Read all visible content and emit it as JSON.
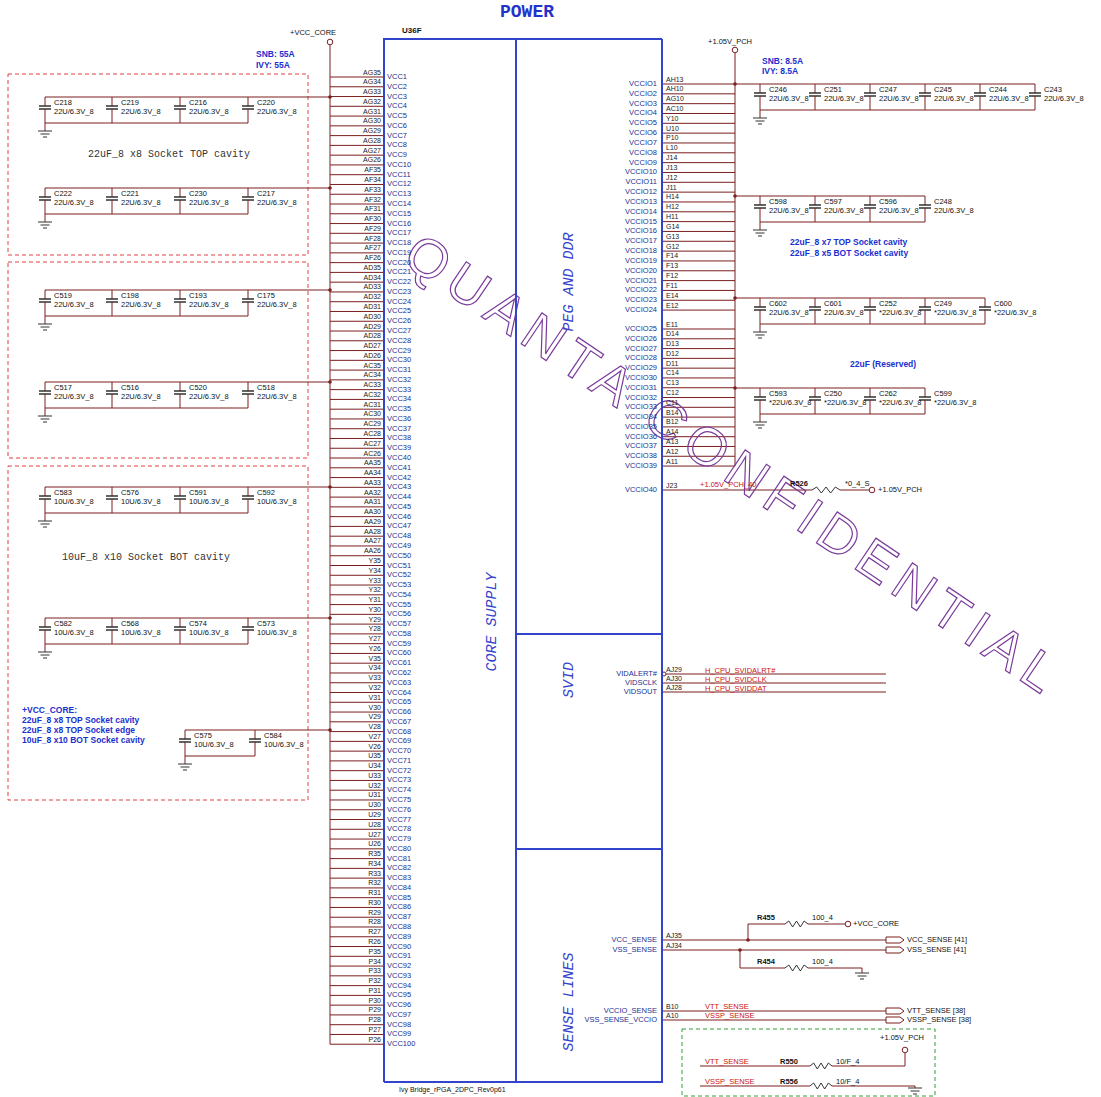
{
  "diagram": {
    "title": "POWER",
    "nodes": [
      {
        "text": [
          "U36F",
          "Ivy Bridge_rPGA_2DPC_Rev0p61"
        ]
      },
      {
        "text": [
          "CORE SUPPLY"
        ],
        "in": 0
      },
      {
        "text": [
          "PEG AND DDR"
        ],
        "in": 0
      },
      {
        "text": [
          "SVID"
        ],
        "in": 0
      },
      {
        "text": [
          "SENSE LINES"
        ],
        "in": 0
      }
    ],
    "labels": [
      "AG35",
      "AG34",
      "AG33",
      "AG32",
      "AG31",
      "AG30",
      "AG29",
      "AG28",
      "AG27",
      "AG26",
      "AF35",
      "AF34",
      "AF33",
      "AF32",
      "AF31",
      "AF30",
      "AF29",
      "AF28",
      "AF27",
      "AF26",
      "AD35",
      "AD34",
      "AD33",
      "AD32",
      "AD31",
      "AD30",
      "AD29",
      "AD28",
      "AD27",
      "AD26",
      "AC35",
      "AC34",
      "AC33",
      "AC32",
      "AC31",
      "AC30",
      "AC29",
      "AC28",
      "AC27",
      "AC26",
      "AA35",
      "AA34",
      "AA33",
      "AA32",
      "AA31",
      "AA30",
      "AA29",
      "AA28",
      "AA27",
      "AA26",
      "Y35",
      "Y34",
      "Y33",
      "Y32",
      "Y31",
      "Y30",
      "Y29",
      "Y28",
      "Y27",
      "Y26",
      "V35",
      "V34",
      "V33",
      "V32",
      "V31",
      "V30",
      "V29",
      "V28",
      "V27",
      "V26",
      "U35",
      "U34",
      "U33",
      "U32",
      "U31",
      "U30",
      "U29",
      "U28",
      "U27",
      "U26",
      "R35",
      "R34",
      "R33",
      "R32",
      "R31",
      "R30",
      "R29",
      "R28",
      "R27",
      "R26",
      "P35",
      "P34",
      "P33",
      "P32",
      "P31",
      "P30",
      "P29",
      "P28",
      "P27",
      "P26",
      "VCC1",
      "VCC2",
      "VCC3",
      "VCC4",
      "VCC5",
      "VCC6",
      "VCC7",
      "VCC8",
      "VCC9",
      "VCC10",
      "VCC11",
      "VCC12",
      "VCC13",
      "VCC14",
      "VCC15",
      "VCC16",
      "VCC17",
      "VCC18",
      "VCC19",
      "VCC20",
      "VCC21",
      "VCC22",
      "VCC23",
      "VCC24",
      "VCC25",
      "VCC26",
      "VCC27",
      "VCC28",
      "VCC29",
      "VCC30",
      "VCC31",
      "VCC32",
      "VCC33",
      "VCC34",
      "VCC35",
      "VCC36",
      "VCC37",
      "VCC38",
      "VCC39",
      "VCC40",
      "VCC41",
      "VCC42",
      "VCC43",
      "VCC44",
      "VCC45",
      "VCC46",
      "VCC47",
      "VCC48",
      "VCC49",
      "VCC50",
      "VCC51",
      "VCC52",
      "VCC53",
      "VCC54",
      "VCC55",
      "VCC56",
      "VCC57",
      "VCC58",
      "VCC59",
      "VCC60",
      "VCC61",
      "VCC62",
      "VCC63",
      "VCC64",
      "VCC65",
      "VCC66",
      "VCC67",
      "VCC68",
      "VCC69",
      "VCC70",
      "VCC71",
      "VCC72",
      "VCC73",
      "VCC74",
      "VCC75",
      "VCC76",
      "VCC77",
      "VCC78",
      "VCC79",
      "VCC80",
      "VCC81",
      "VCC82",
      "VCC83",
      "VCC84",
      "VCC85",
      "VCC86",
      "VCC87",
      "VCC88",
      "VCC89",
      "VCC90",
      "VCC91",
      "VCC92",
      "VCC93",
      "VCC94",
      "VCC95",
      "VCC96",
      "VCC97",
      "VCC98",
      "VCC99",
      "VCC100",
      "AH13",
      "AH10",
      "AG10",
      "AC10",
      "Y10",
      "U10",
      "P10",
      "L10",
      "J14",
      "J13",
      "J12",
      "J11",
      "H14",
      "H12",
      "H11",
      "G14",
      "G13",
      "G12",
      "F14",
      "F13",
      "F12",
      "F11",
      "E14",
      "E12",
      "E11",
      "D14",
      "D13",
      "D12",
      "D11",
      "C14",
      "C13",
      "C12",
      "C11",
      "B14",
      "B12",
      "A14",
      "A13",
      "A12",
      "A11",
      "J23",
      "VCCIO1",
      "VCCIO2",
      "VCCIO3",
      "VCCIO4",
      "VCCIO5",
      "VCCIO6",
      "VCCIO7",
      "VCCIO8",
      "VCCIO9",
      "VCCIO10",
      "VCCIO11",
      "VCCIO12",
      "VCCIO13",
      "VCCIO14",
      "VCCIO15",
      "VCCIO16",
      "VCCIO17",
      "VCCIO18",
      "VCCIO19",
      "VCCIO20",
      "VCCIO21",
      "VCCIO22",
      "VCCIO23",
      "VCCIO24",
      "VCCIO25",
      "VCCIO26",
      "VCCIO27",
      "VCCIO28",
      "VCCIO29",
      "VCCIO30",
      "VCCIO31",
      "VCCIO32",
      "VCCIO33",
      "VCCIO34",
      "VCCIO35",
      "VCCIO36",
      "VCCIO37",
      "VCCIO38",
      "VCCIO39",
      "VCCIO40",
      "AJ29",
      "AJ30",
      "AJ28",
      "AJ35",
      "AJ34",
      "B10",
      "A10",
      "VIDALERT#",
      "VIDSCLK",
      "VIDSOUT",
      "VCC_SENSE",
      "VSS_SENSE",
      "VCCIO_SENSE",
      "VSS_SENSE_VCCIO",
      "C218",
      "22U/6.3V_8",
      "C219",
      "22U/6.3V_8",
      "C216",
      "22U/6.3V_8",
      "C220",
      "22U/6.3V_8",
      "C222",
      "22U/6.3V_8",
      "C221",
      "22U/6.3V_8",
      "C230",
      "22U/6.3V_8",
      "C217",
      "22U/6.3V_8",
      "C519",
      "22U/6.3V_8",
      "C198",
      "22U/6.3V_8",
      "C193",
      "22U/6.3V_8",
      "C175",
      "22U/6.3V_8",
      "C517",
      "22U/6.3V_8",
      "C516",
      "22U/6.3V_8",
      "C520",
      "22U/6.3V_8",
      "C518",
      "22U/6.3V_8",
      "C583",
      "10U/6.3V_8",
      "C576",
      "10U/6.3V_8",
      "C591",
      "10U/6.3V_8",
      "C592",
      "10U/6.3V_8",
      "C582",
      "10U/6.3V_8",
      "C568",
      "10U/6.3V_8",
      "C574",
      "10U/6.3V_8",
      "C573",
      "10U/6.3V_8",
      "C575",
      "10U/6.3V_8",
      "C584",
      "10U/6.3V_8",
      "C246",
      "22U/6.3V_8",
      "C251",
      "22U/6.3V_8",
      "C247",
      "22U/6.3V_8",
      "C245",
      "22U/6.3V_8",
      "C244",
      "22U/6.3V_8",
      "C243",
      "22U/6.3V_8",
      "C598",
      "22U/6.3V_8",
      "C597",
      "22U/6.3V_8",
      "C596",
      "22U/6.3V_8",
      "C248",
      "22U/6.3V_8",
      "C602",
      "22U/6.3V_8",
      "C601",
      "22U/6.3V_8",
      "C252",
      "*22U/6.3V_8",
      "C249",
      "*22U/6.3V_8",
      "C600",
      "*22U/6.3V_8",
      "C593",
      "*22U/6.3V_8",
      "C250",
      "*22U/6.3V_8",
      "C262",
      "*22U/6.3V_8",
      "C599",
      "*22U/6.3V_8",
      "+VCC_CORE",
      "SNB: 55A",
      "IVY: 55A",
      "22uF_8 x8 Socket TOP cavity",
      "10uF_8 x10 Socket BOT cavity",
      "+VCC_CORE:",
      "22uF_8 x8 TOP Socket cavity",
      "22uF_8 x8 TOP Socket edge",
      "10uF_8 x10 BOT Socket cavity",
      "+1.05V_PCH",
      "SNB: 8.5A",
      "IVY: 8.5A",
      "22uF_8 x7 TOP Socket cavity",
      "22uF_8 x5 BOT Socket cavity",
      "22uF (Reserved)",
      "+1.05V_PCH_40",
      "R526",
      "*0_4_S",
      "+1.05V_PCH",
      "H_CPU_SVIDALRT#",
      "H_CPU_SVIDCLK",
      "H_CPU_SVIDDAT",
      "R455",
      "100_4",
      "+VCC_CORE",
      "VCC_SENSE [41]",
      "R454",
      "100_4",
      "VSS_SENSE [41]",
      "VTT_SENSE",
      "VSSP_SENSE",
      "VTT_SENSE [38]",
      "VSSP_SENSE [38]",
      "+1.05V_PCH",
      "VTT_SENSE",
      "R550",
      "10/F_4",
      "VSSP_SENSE",
      "R556",
      "10/F_4",
      "QUANTA CONFIDENTIAL"
    ]
  }
}
